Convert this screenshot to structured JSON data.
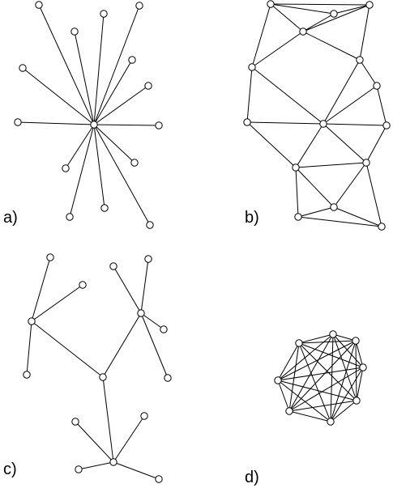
{
  "panels": {
    "a": {
      "label": "a)"
    },
    "b": {
      "label": "b)"
    },
    "c": {
      "label": "c)"
    },
    "d": {
      "label": "d)"
    }
  },
  "colors": {
    "stroke": "#000000",
    "node_fill": "#ffffff",
    "background": "#ffffff"
  }
}
